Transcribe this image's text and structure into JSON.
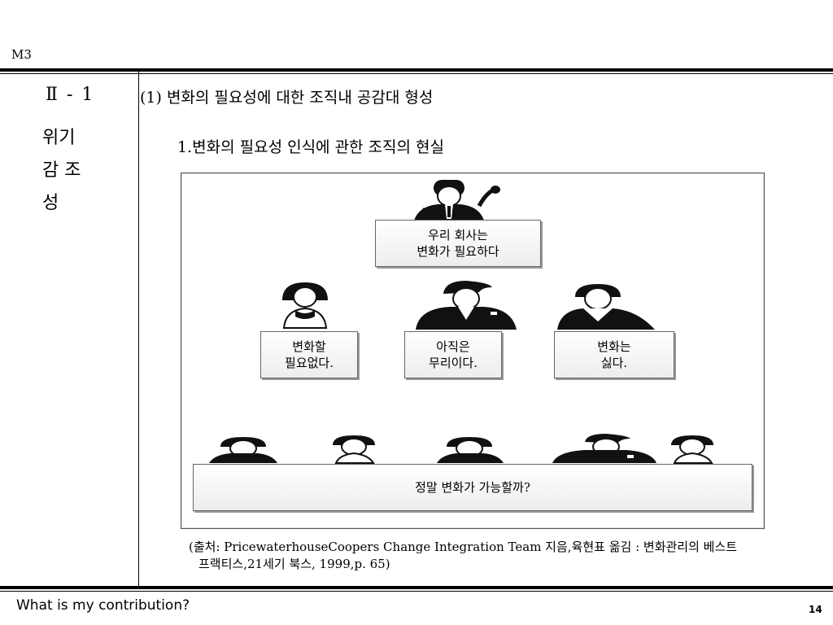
{
  "header": {
    "label": "M3"
  },
  "sidebar": {
    "section_number": "Ⅱ - 1",
    "section_name": [
      "위기",
      "감 조",
      "성"
    ]
  },
  "main": {
    "heading": "(1) 변화의 필요성에 대한 조직내 공감대 형성",
    "subheading": "1.변화의 필요성 인식에 관한 조직의 현실",
    "figure": {
      "leader_bubble": [
        "우리 회사는",
        "변화가 필요하다"
      ],
      "middle_bubbles": [
        [
          "변화할",
          "필요없다."
        ],
        [
          "아직은",
          "무리이다."
        ],
        [
          "변화는",
          "싫다."
        ]
      ],
      "bottom_bubble": "정말 변화가 가능할까?"
    },
    "source_note": [
      "(출처: PricewaterhouseCoopers Change Integration Team 지음,육현표 옮김 : 변화관리의 베스트",
      "프랙티스,21세기 북스, 1999,p. 65)"
    ]
  },
  "footer": {
    "title": "What is my contribution?",
    "page_number": "14"
  }
}
